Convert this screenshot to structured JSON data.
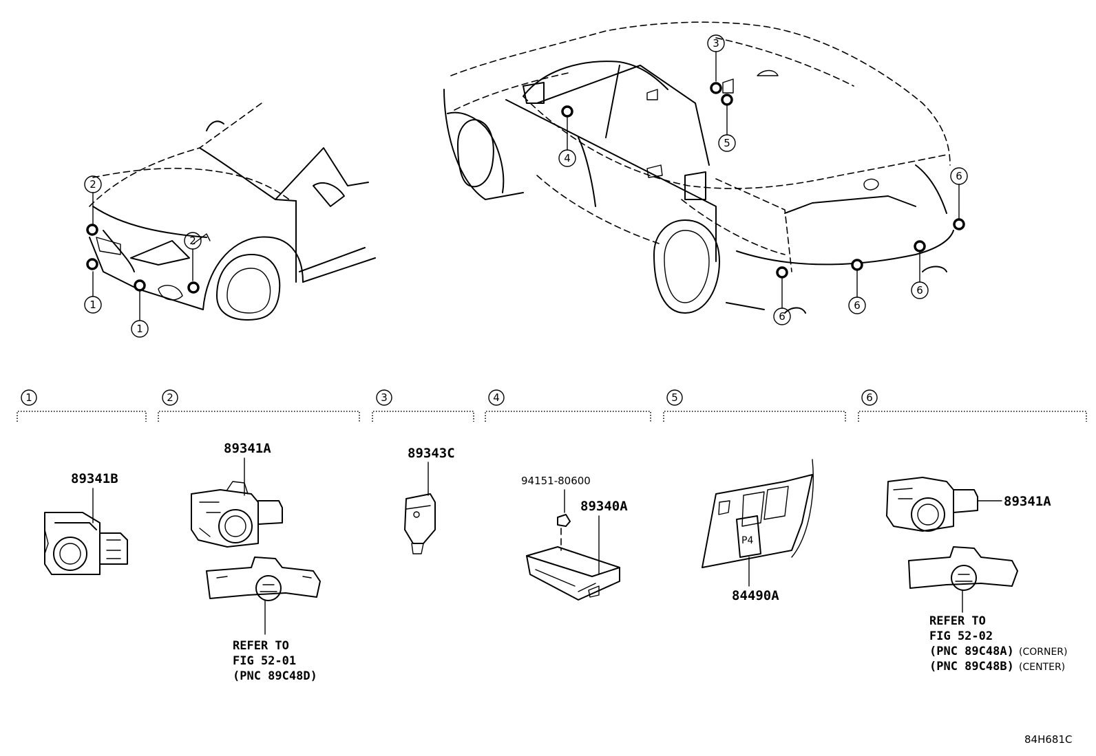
{
  "diagram_code": "84H681C",
  "callout_numbers": [
    "1",
    "2",
    "3",
    "4",
    "5",
    "6"
  ],
  "sections": [
    {
      "number": "1",
      "parts": [
        "89341B"
      ]
    },
    {
      "number": "2",
      "parts": [
        "89341A"
      ],
      "note": [
        "REFER TO",
        "FIG 52-01",
        "(PNC 89C48D)"
      ]
    },
    {
      "number": "3",
      "parts": [
        "89343C"
      ]
    },
    {
      "number": "4",
      "parts": [
        "94151-80600",
        "89340A"
      ]
    },
    {
      "number": "5",
      "parts": [
        "84490A"
      ]
    },
    {
      "number": "6",
      "parts": [
        "89341A"
      ],
      "note": [
        "REFER TO",
        "FIG 52-02",
        "(PNC 89C48A)",
        "(PNC 89C48B)"
      ],
      "note_tags": [
        "(CORNER)",
        "(CENTER)"
      ]
    }
  ]
}
